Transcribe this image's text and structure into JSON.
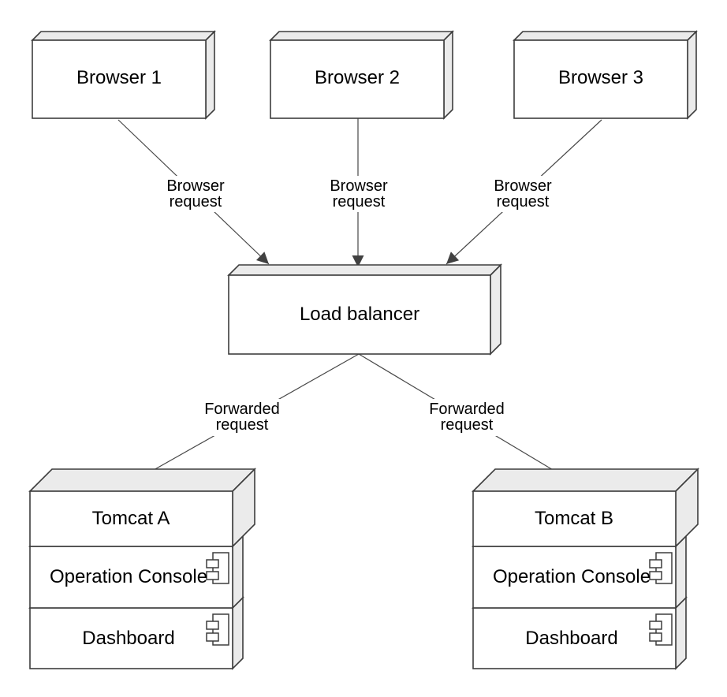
{
  "diagram": {
    "background": "#ffffff",
    "colors": {
      "node_front_fill": "#ffffff",
      "node_shade_fill": "#ebebeb",
      "stroke": "#3d3d3d",
      "connector": "#474747",
      "arrowhead_fill": "#414141",
      "text": "#000000"
    },
    "nodes": {
      "browser1": {
        "label": "Browser 1"
      },
      "browser2": {
        "label": "Browser 2"
      },
      "browser3": {
        "label": "Browser 3"
      },
      "load_balancer": {
        "label": "Load balancer"
      },
      "tomcat_a": {
        "label": "Tomcat A",
        "components": [
          {
            "label": "Operation Console"
          },
          {
            "label": "Dashboard"
          }
        ]
      },
      "tomcat_b": {
        "label": "Tomcat B",
        "components": [
          {
            "label": "Operation Console"
          },
          {
            "label": "Dashboard"
          }
        ]
      }
    },
    "edges": [
      {
        "from": "Browser 1",
        "to": "Load balancer",
        "label": "Browser request",
        "line1": "Browser",
        "line2": "request"
      },
      {
        "from": "Browser 2",
        "to": "Load balancer",
        "label": "Browser request",
        "line1": "Browser",
        "line2": "request"
      },
      {
        "from": "Browser 3",
        "to": "Load balancer",
        "label": "Browser request",
        "line1": "Browser",
        "line2": "request"
      },
      {
        "from": "Load balancer",
        "to": "Tomcat A",
        "label": "Forwarded request",
        "line1": "Forwarded",
        "line2": "request"
      },
      {
        "from": "Load balancer",
        "to": "Tomcat B",
        "label": "Forwarded request",
        "line1": "Forwarded",
        "line2": "request"
      }
    ]
  }
}
